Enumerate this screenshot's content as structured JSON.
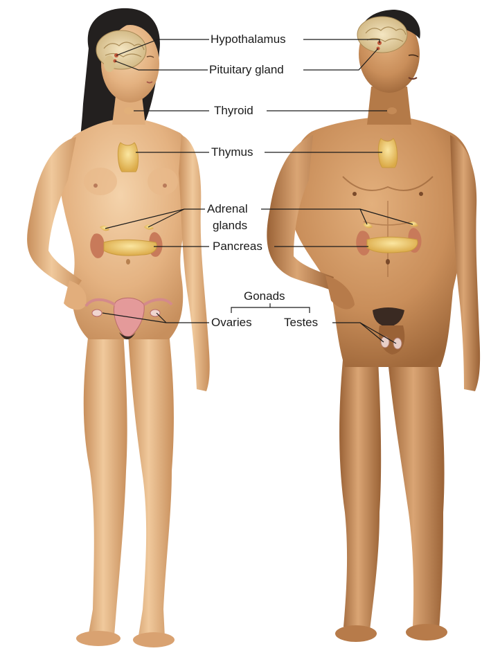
{
  "labels": {
    "hypothalamus": "Hypothalamus",
    "pituitary": "Pituitary gland",
    "thyroid": "Thyroid",
    "thymus": "Thymus",
    "adrenal_line1": "Adrenal",
    "adrenal_line2": "glands",
    "pancreas": "Pancreas",
    "gonads": "Gonads",
    "ovaries": "Ovaries",
    "testes": "Testes"
  },
  "colors": {
    "skin_light": "#eec59a",
    "skin_mid": "#d9a271",
    "skin_dark": "#b77b4a",
    "male_skin": "#c98e5a",
    "brain": "#e8d5a8",
    "gland": "#f0cf7a",
    "kidney": "#c87a5a",
    "uterus": "#e49a9a",
    "hair": "#23201f",
    "leader_line": "#1a1a1a"
  }
}
